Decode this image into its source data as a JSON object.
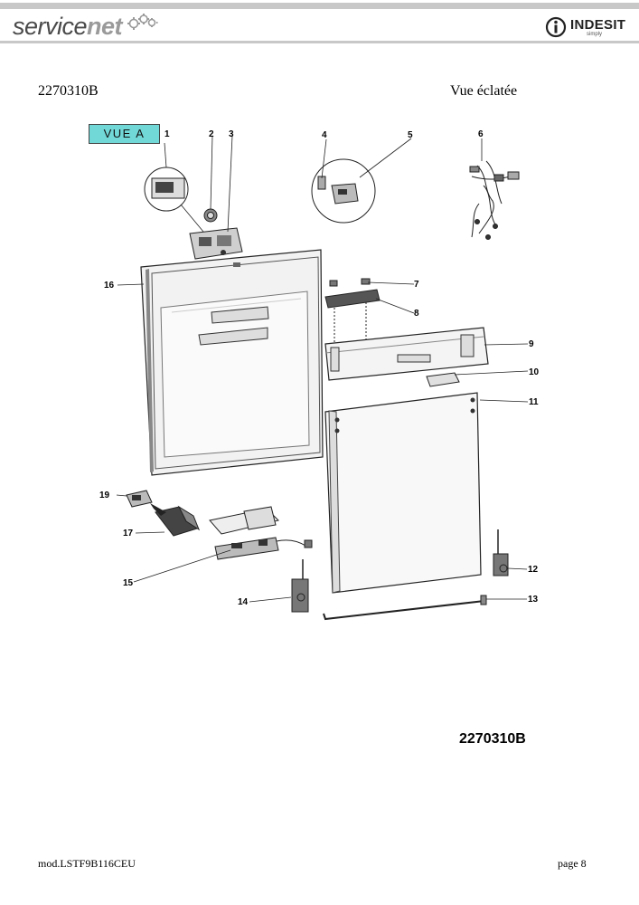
{
  "header": {
    "brand_left_part1": "service",
    "brand_left_part2": "net",
    "brand_right": "INDESIT",
    "brand_right_sub": "simply"
  },
  "doc": {
    "reference": "2270310B",
    "title": "Vue éclatée",
    "view_label": "VUE A",
    "drawing_reference": "2270310B"
  },
  "callouts": [
    "1",
    "2",
    "3",
    "4",
    "5",
    "6",
    "7",
    "8",
    "9",
    "10",
    "11",
    "12",
    "13",
    "14",
    "15",
    "16",
    "17",
    "19"
  ],
  "footer": {
    "model": "mod.LSTF9B116CEU",
    "page": "page 8"
  }
}
